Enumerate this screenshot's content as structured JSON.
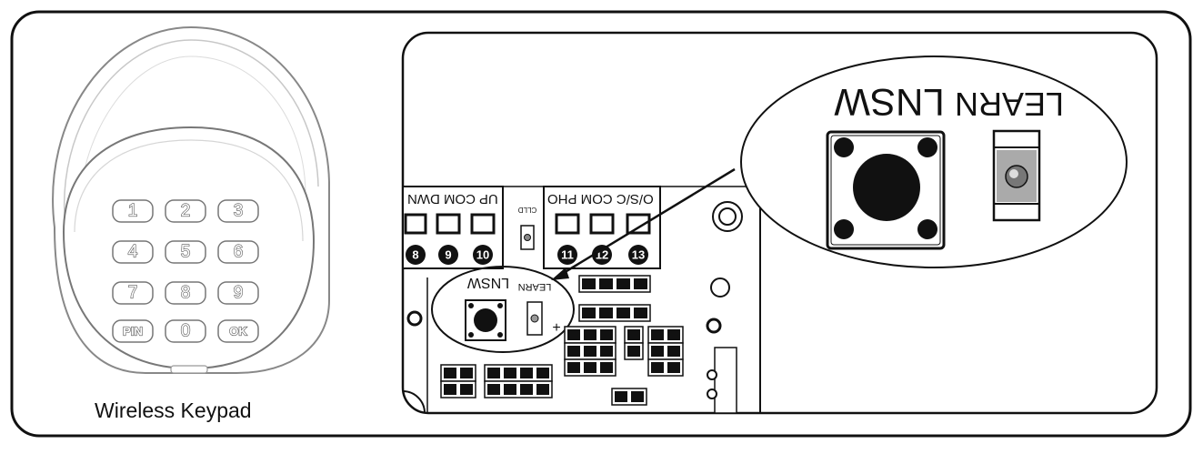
{
  "caption": "Wireless Keypad",
  "keypad": {
    "rows": [
      [
        "1",
        "2",
        "3"
      ],
      [
        "4",
        "5",
        "6"
      ],
      [
        "7",
        "8",
        "9"
      ],
      [
        "PIN",
        "0",
        "OK"
      ]
    ]
  },
  "board": {
    "left_block_label": "UP  COM DWN",
    "left_terminals": [
      "8",
      "9",
      "10"
    ],
    "middle_label": "CLLD",
    "right_block_label": "O/S/C COM PHO",
    "right_terminals": [
      "11",
      "12",
      "13"
    ],
    "small_button_label": "LNSW",
    "small_learn_label": "LEARN",
    "plus_sign": "+"
  },
  "zoom": {
    "button_label": "LNSW",
    "learn_label": "LEARN"
  }
}
